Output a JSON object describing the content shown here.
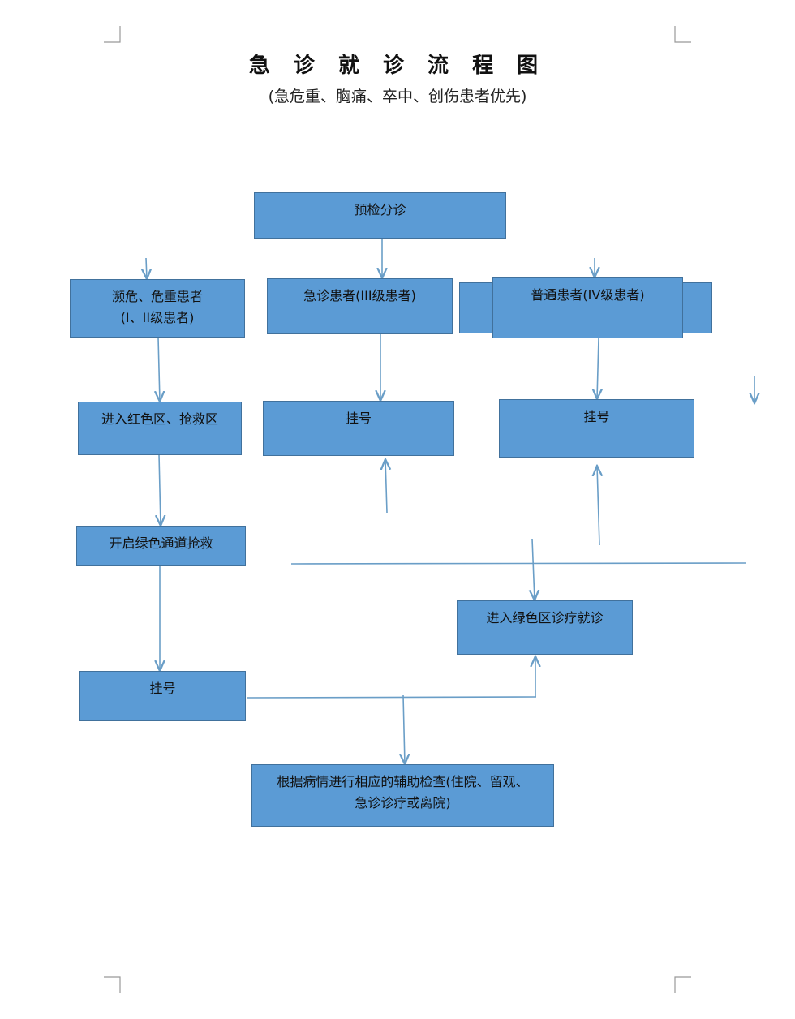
{
  "page": {
    "title": "急 诊 就 诊 流 程 图",
    "subtitle": "(急危重、胸痛、卒中、创伤患者优先)"
  },
  "nodes": {
    "triage": "预检分诊",
    "critical_line1": "濒危、危重患者",
    "critical_line2": "(I、II级患者)",
    "urgent": "急诊患者(III级患者)",
    "normal": "普通患者(IV级患者)",
    "red_zone": "进入红色区、抢救区",
    "register_urgent": "挂号",
    "register_normal": "挂号",
    "green_channel": "开启绿色通道抢救",
    "green_zone": "进入绿色区诊疗就诊",
    "register_critical": "挂号",
    "aux_line1": "根据病情进行相应的辅助检查(住院、留观、",
    "aux_line2": "急诊诊疗或离院)"
  },
  "colors": {
    "box_fill": "#5b9bd5",
    "box_border": "#41719c",
    "connector": "#6a9ec7"
  }
}
